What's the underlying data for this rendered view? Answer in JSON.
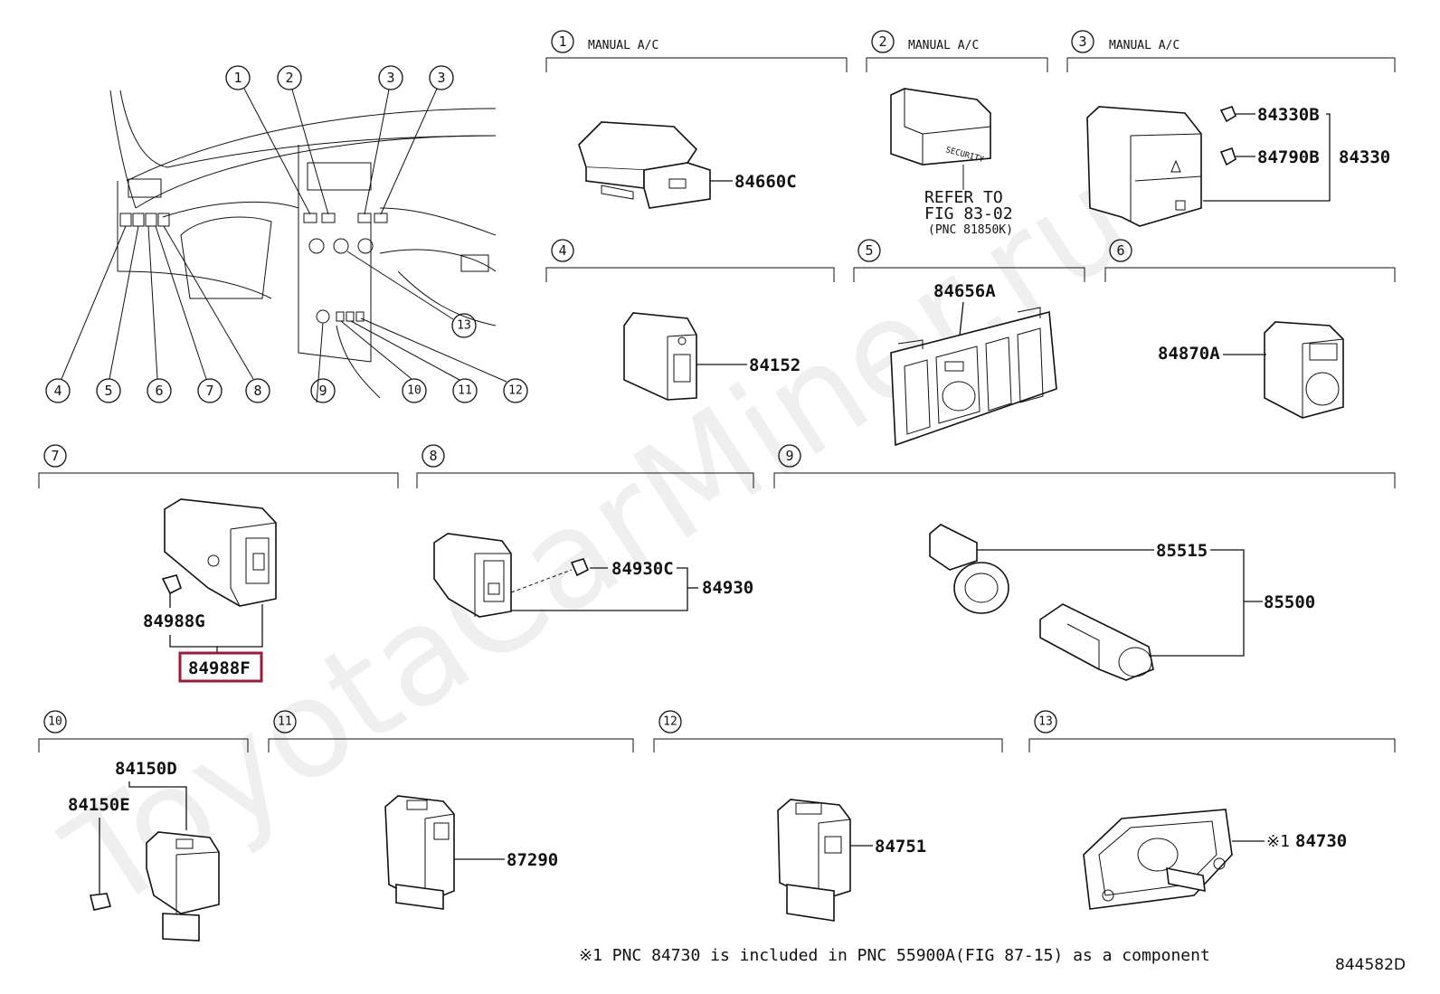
{
  "watermark": "ToyotaCarMiner.ru",
  "dashboard_callouts": [
    "1",
    "2",
    "3",
    "3",
    "4",
    "5",
    "6",
    "7",
    "8",
    "9",
    "10",
    "11",
    "12",
    "13"
  ],
  "sections": [
    {
      "num": "1",
      "header": "MANUAL A/C",
      "parts": [
        "84660C"
      ]
    },
    {
      "num": "2",
      "header": "MANUAL A/C",
      "refer": [
        "REFER TO",
        "FIG 83-02",
        "(PNC 81850K)"
      ],
      "parts": []
    },
    {
      "num": "3",
      "header": "MANUAL A/C",
      "parts": [
        "84330B",
        "84790B",
        "84330"
      ]
    },
    {
      "num": "4",
      "header": "",
      "parts": [
        "84152"
      ]
    },
    {
      "num": "5",
      "header": "",
      "parts": [
        "84656A"
      ]
    },
    {
      "num": "6",
      "header": "",
      "parts": [
        "84870A"
      ]
    },
    {
      "num": "7",
      "header": "",
      "parts": [
        "84988G",
        "84988F"
      ]
    },
    {
      "num": "8",
      "header": "",
      "parts": [
        "84930C",
        "84930"
      ]
    },
    {
      "num": "9",
      "header": "",
      "parts": [
        "85515",
        "85500"
      ]
    },
    {
      "num": "10",
      "header": "",
      "parts": [
        "84150D",
        "84150E"
      ]
    },
    {
      "num": "11",
      "header": "",
      "parts": [
        "87290"
      ]
    },
    {
      "num": "12",
      "header": "",
      "parts": [
        "84751"
      ]
    },
    {
      "num": "13",
      "header": "",
      "parts": [
        "84730"
      ]
    }
  ],
  "note_mark": "※1",
  "highlighted_part": "84988F",
  "accent_color": "#9b1b3a",
  "footnote": "※1 PNC 84730 is included in PNC 55900A(FIG 87-15) as a component",
  "figure_code": "844582D"
}
